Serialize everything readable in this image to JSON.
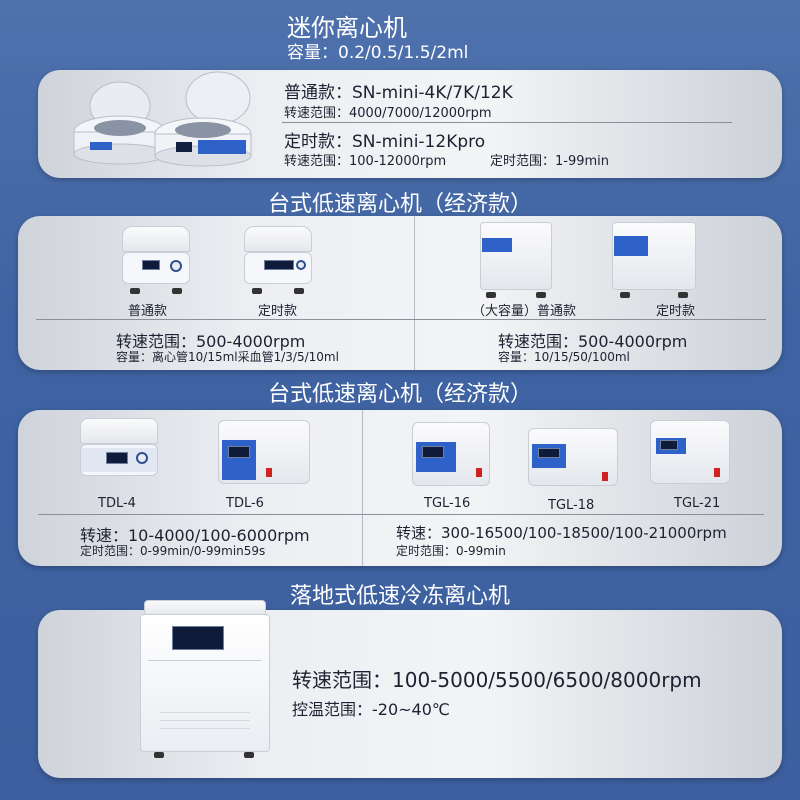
{
  "section1": {
    "title": "迷你离心机",
    "capacity": "容量：0.2/0.5/1.5/2ml",
    "standard_model": "普通款：SN-mini-4K/7K/12K",
    "standard_speed": "转速范围：4000/7000/12000rpm",
    "timer_model": "定时款：SN-mini-12Kpro",
    "timer_speed": "转速范围：100-12000rpm",
    "timer_range": "定时范围：1-99min"
  },
  "section2": {
    "title": "台式低速离心机（经济款）",
    "left_labels": [
      "普通款",
      "定时款"
    ],
    "left_speed": "转速范围：500-4000rpm",
    "left_capacity": "容量：离心管10/15ml采血管1/3/5/10ml",
    "right_labels": [
      "（大容量）普通款",
      "定时款"
    ],
    "right_speed": "转速范围：500-4000rpm",
    "right_capacity": "容量：10/15/50/100ml"
  },
  "section3": {
    "title": "台式低速离心机（经济款）",
    "left_labels": [
      "TDL-4",
      "TDL-6"
    ],
    "left_speed": "转速：10-4000/100-6000rpm",
    "left_timer": "定时范围：0-99min/0-99min59s",
    "right_labels": [
      "TGL-16",
      "TGL-18",
      "TGL-21"
    ],
    "right_speed": "转速：300-16500/100-18500/100-21000rpm",
    "right_timer": "定时范围：0-99min"
  },
  "section4": {
    "title": "落地式低速冷冻离心机",
    "speed": "转速范围：100-5000/5500/6500/8000rpm",
    "temp": "控温范围：-20~40℃"
  },
  "colors": {
    "background": "#4368a8",
    "accent_blue": "#2f62c8",
    "text": "#1c2230"
  }
}
